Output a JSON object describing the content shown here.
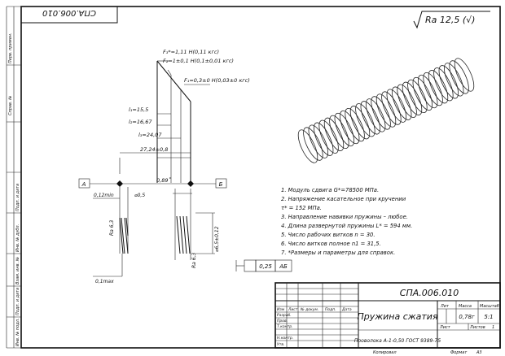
{
  "doc_code_mirrored": "СПА.006.010",
  "roughness": "Ra 12,5 (√)",
  "forces": {
    "f3": "F₃*=1,11 Н(0,11 кгс)",
    "f2": "F₂=1±0,1 Н(0,1±0,01 кгс)",
    "f1": "F₁=0,3±0 Н(0,03±0 кгс)"
  },
  "lengths": {
    "l1": "l₁=15,5",
    "l2": "l₂=16,67",
    "l3": "l₃=24,07",
    "l0": "27,24±0,8"
  },
  "dims": {
    "gap": "0,12min",
    "wire_d": "⌀0,5",
    "angle": "0,89˚",
    "d_ext": "⌀6,5±0,12",
    "ra_left": "Ra 6,3",
    "ra_right": "Ra 6,3",
    "tol_value": "0,25",
    "tol_base": "АБ",
    "min_val": "0,1max"
  },
  "datums": {
    "a": "А",
    "b": "Б"
  },
  "notes": [
    "1. Модуль сдвига G*=78500 МПа.",
    "2. Напряжение касательное при кручении",
    "    τ* = 152 МПа.",
    "3. Направление навивки пружины – любое.",
    "4. Длина развернутой пружины L* = 594 мм.",
    "5. Число рабочих витков n = 30.",
    "6. Число витков полное n1 = 31,5.",
    "7. *Размеры и параметры для справок."
  ],
  "side_column": [
    "Перв. примен.",
    "Справ. №",
    "Подп. и дата",
    "Инв. № дубл.",
    "Взам. инв. №",
    "Подп. и дата",
    "Инв. № подл."
  ],
  "title_block": {
    "code": "СПА.006.010",
    "name": "Пружина сжатия",
    "material": "Проволока А-1-0,50 ГОСТ 9389-75",
    "headers": {
      "lit": "Лит",
      "mass": "Масса",
      "scale": "Масштаб"
    },
    "mass_value": "0,78г",
    "scale_value": "5:1",
    "sheet": "Лист",
    "sheets": "Листов",
    "sheets_value": "1",
    "rows": [
      "Изм",
      "Лист",
      "№ докум.",
      "Подп.",
      "Дата"
    ],
    "roles": [
      "Разраб.",
      "Пров.",
      "Т.контр.",
      "",
      "Н.контр.",
      "Утв."
    ],
    "copied": "Копировал",
    "format": "Формат",
    "format_value": "А3"
  }
}
